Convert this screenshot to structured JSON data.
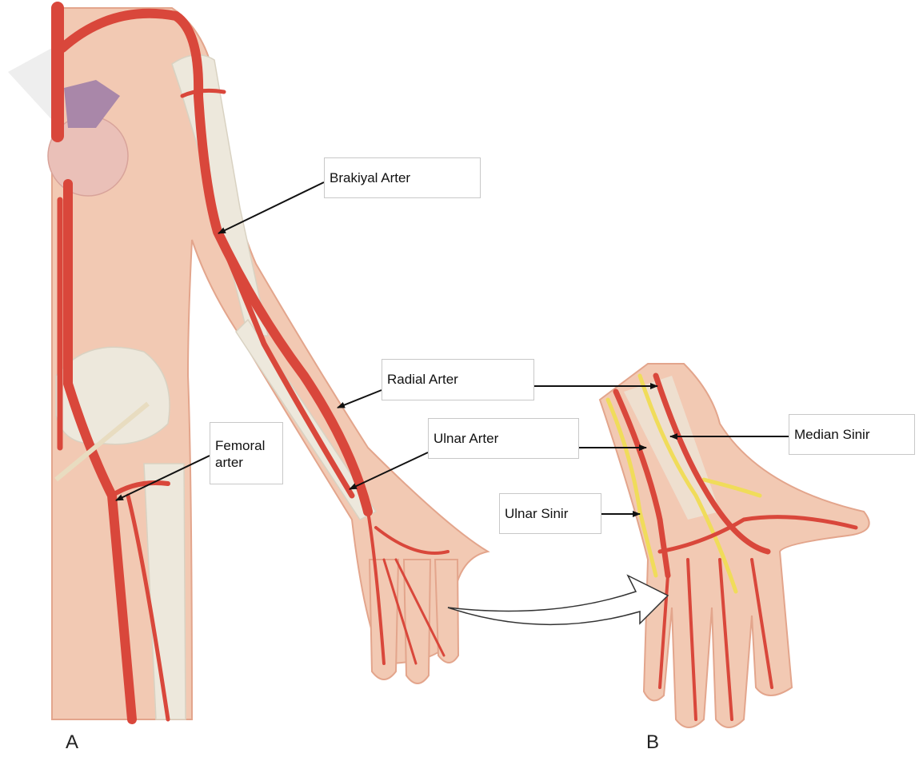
{
  "labels": {
    "brachial": "Brakiyal Arter",
    "radial": "Radial Arter",
    "ulnar_artery": "Ulnar Arter",
    "femoral": "Femoral\narter",
    "median_nerve": "Median Sinir",
    "ulnar_nerve": "Ulnar Sinir"
  },
  "panels": {
    "a": "A",
    "b": "B"
  },
  "colors": {
    "skin": "#f2c9b3",
    "skin_edge": "#e3a58c",
    "artery": "#d9473b",
    "artery_dark": "#b3281f",
    "heart": "#eac0b8",
    "heart_top": "#a987a9",
    "bone": "#ede8dc",
    "nerve": "#f0dc5a"
  }
}
